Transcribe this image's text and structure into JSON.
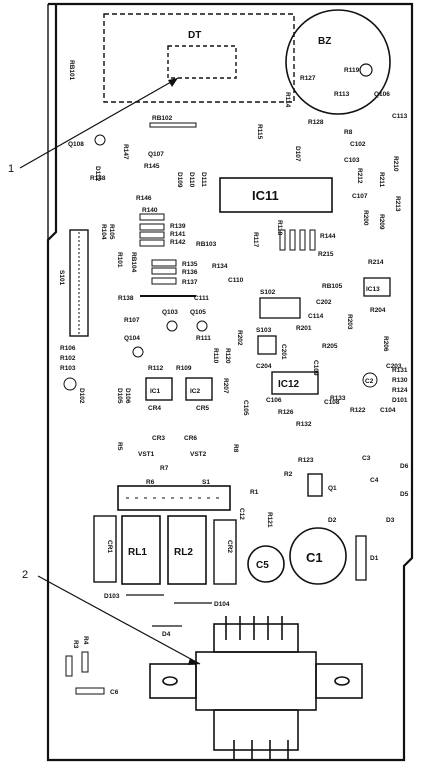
{
  "callouts": {
    "one": "1",
    "two": "2"
  },
  "components": {
    "dt": "DT",
    "bz": "BZ",
    "ic11": "IC11",
    "ic1": "IC1",
    "ic2": "IC2",
    "ic12": "IC12",
    "ic13": "IC13",
    "rl1": "RL1",
    "rl2": "RL2",
    "cr1": "CR1",
    "cr2": "CR2",
    "c1": "C1",
    "c5": "C5",
    "s1": "S1",
    "s101": "S101",
    "s102": "S102",
    "s103": "S103",
    "q1": "Q1",
    "d1": "D1"
  },
  "labels": {
    "rb101": "RB101",
    "rb102": "RB102",
    "rb103": "RB103",
    "rb104": "RB104",
    "rb105": "RB105",
    "r127": "R127",
    "r119": "R119",
    "r113": "R113",
    "q106": "Q106",
    "r128": "R128",
    "r8": "R8",
    "c113": "C113",
    "c102": "C102",
    "c103": "C103",
    "r210": "R210",
    "r211": "R211",
    "r212": "R212",
    "r213": "R213",
    "r114": "R114",
    "r115": "R115",
    "d107": "D107",
    "q108": "Q108",
    "q107": "Q107",
    "r145": "R145",
    "r146": "R146",
    "r147": "R147",
    "r148": "R148",
    "d112": "D112",
    "d109": "D109",
    "d110": "D110",
    "d111": "D111",
    "r140": "R140",
    "r139": "R139",
    "r141": "R141",
    "r142": "R142",
    "r135": "R135",
    "r136": "R136",
    "r137": "R137",
    "r134": "R134",
    "r138": "R138",
    "c107": "C107",
    "r200": "R200",
    "r209": "R209",
    "r144": "R144",
    "r215": "R215",
    "r214": "R214",
    "r117": "R117",
    "r118": "R118",
    "r101": "R101",
    "r102": "R102",
    "r103": "R103",
    "r104": "R104",
    "r105": "R105",
    "r106": "R106",
    "c111": "C111",
    "c110": "C110",
    "c202": "C202",
    "c114": "C114",
    "r201": "R201",
    "r203": "R203",
    "r204": "R204",
    "r206": "R206",
    "c203": "C203",
    "c2": "C2",
    "r107": "R107",
    "q103": "Q103",
    "q105": "Q105",
    "q104": "Q104",
    "r111": "R111",
    "r112": "R112",
    "r109": "R109",
    "r110": "R110",
    "r120": "R120",
    "r202": "R202",
    "r207": "R207",
    "c201": "C201",
    "r205": "R205",
    "c109": "C109",
    "c204": "C204",
    "c108": "C108",
    "r133": "R133",
    "r131": "R131",
    "r130": "R130",
    "r124": "R124",
    "d101": "D101",
    "d102": "D102",
    "d105": "D105",
    "d106": "D106",
    "cr4": "CR4",
    "cr5": "CR5",
    "c105": "C105",
    "r126": "R126",
    "r132": "R132",
    "c106": "C106",
    "r122": "R122",
    "c104": "C104",
    "r5": "R5",
    "cr3": "CR3",
    "cr6": "CR6",
    "vst1": "VST1",
    "vst2": "VST2",
    "r8b": "R8",
    "c3": "C3",
    "c4": "C4",
    "r123": "R123",
    "d6": "D6",
    "d5": "D5",
    "r7": "R7",
    "r2": "R2",
    "r6": "R6",
    "r1": "R1",
    "d2": "D2",
    "d3": "D3",
    "c12": "C12",
    "r121": "R121",
    "d103": "D103",
    "d104": "D104",
    "d4": "D4",
    "r3": "R3",
    "r4": "R4",
    "c6": "C6"
  }
}
